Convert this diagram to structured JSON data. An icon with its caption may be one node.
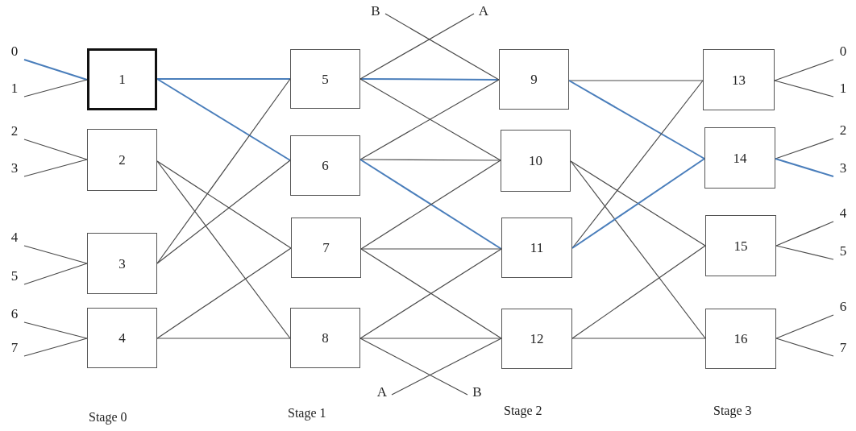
{
  "diagram": {
    "nodes": [
      {
        "text": [
          "1"
        ]
      },
      {
        "text": [
          "2"
        ]
      },
      {
        "text": [
          "3"
        ]
      },
      {
        "text": [
          "4"
        ]
      },
      {
        "text": [
          "5"
        ]
      },
      {
        "text": [
          "6"
        ]
      },
      {
        "text": [
          "7"
        ]
      },
      {
        "text": [
          "8"
        ]
      },
      {
        "text": [
          "9"
        ]
      },
      {
        "text": [
          "10"
        ]
      },
      {
        "text": [
          "11"
        ]
      },
      {
        "text": [
          "12"
        ]
      },
      {
        "text": [
          "13"
        ]
      },
      {
        "text": [
          "14"
        ]
      },
      {
        "text": [
          "15"
        ]
      },
      {
        "text": [
          "16"
        ]
      },
      {
        "text": [
          "0"
        ]
      },
      {
        "text": [
          "1"
        ]
      },
      {
        "text": [
          "2"
        ]
      },
      {
        "text": [
          "3"
        ]
      },
      {
        "text": [
          "4"
        ]
      },
      {
        "text": [
          "5"
        ]
      },
      {
        "text": [
          "6"
        ]
      },
      {
        "text": [
          "7"
        ]
      },
      {
        "text": [
          "0"
        ]
      },
      {
        "text": [
          "1"
        ]
      },
      {
        "text": [
          "2"
        ]
      },
      {
        "text": [
          "3"
        ]
      },
      {
        "text": [
          "4"
        ]
      },
      {
        "text": [
          "5"
        ]
      },
      {
        "text": [
          "6"
        ]
      },
      {
        "text": [
          "7"
        ]
      },
      {
        "text": [
          "B"
        ]
      },
      {
        "text": [
          "A"
        ]
      },
      {
        "text": [
          "A"
        ]
      },
      {
        "text": [
          "B"
        ]
      }
    ],
    "edges": [
      {
        "from": 16,
        "to": 0,
        "arrow": "none",
        "color": "#4a7ebb"
      },
      {
        "from": 17,
        "to": 0,
        "arrow": "none"
      },
      {
        "from": 18,
        "to": 1,
        "arrow": "none"
      },
      {
        "from": 19,
        "to": 1,
        "arrow": "none"
      },
      {
        "from": 20,
        "to": 2,
        "arrow": "none"
      },
      {
        "from": 21,
        "to": 2,
        "arrow": "none"
      },
      {
        "from": 22,
        "to": 3,
        "arrow": "none"
      },
      {
        "from": 23,
        "to": 3,
        "arrow": "none"
      },
      {
        "from": 0,
        "to": 4,
        "arrow": "none",
        "color": "#4a7ebb"
      },
      {
        "from": 0,
        "to": 5,
        "arrow": "none",
        "color": "#4a7ebb"
      },
      {
        "from": 1,
        "to": 6,
        "arrow": "none"
      },
      {
        "from": 1,
        "to": 7,
        "arrow": "none"
      },
      {
        "from": 2,
        "to": 4,
        "arrow": "none"
      },
      {
        "from": 2,
        "to": 5,
        "arrow": "none"
      },
      {
        "from": 3,
        "to": 6,
        "arrow": "none"
      },
      {
        "from": 3,
        "to": 7,
        "arrow": "none"
      },
      {
        "from": 4,
        "to": 8,
        "arrow": "none",
        "color": "#4a7ebb"
      },
      {
        "from": 4,
        "to": 9,
        "arrow": "none"
      },
      {
        "from": 4,
        "to": 33,
        "arrow": "none"
      },
      {
        "from": 32,
        "to": 8,
        "arrow": "none"
      },
      {
        "from": 5,
        "to": 8,
        "arrow": "none"
      },
      {
        "from": 5,
        "to": 9,
        "arrow": "none"
      },
      {
        "from": 5,
        "to": 10,
        "arrow": "none",
        "color": "#4a7ebb"
      },
      {
        "from": 6,
        "to": 9,
        "arrow": "none"
      },
      {
        "from": 6,
        "to": 10,
        "arrow": "none"
      },
      {
        "from": 6,
        "to": 11,
        "arrow": "none"
      },
      {
        "from": 7,
        "to": 10,
        "arrow": "none"
      },
      {
        "from": 7,
        "to": 11,
        "arrow": "none"
      },
      {
        "from": 7,
        "to": 35,
        "arrow": "none"
      },
      {
        "from": 34,
        "to": 11,
        "arrow": "none"
      },
      {
        "from": 8,
        "to": 12,
        "arrow": "none"
      },
      {
        "from": 8,
        "to": 13,
        "arrow": "none",
        "color": "#4a7ebb"
      },
      {
        "from": 9,
        "to": 14,
        "arrow": "none"
      },
      {
        "from": 9,
        "to": 15,
        "arrow": "none"
      },
      {
        "from": 10,
        "to": 12,
        "arrow": "none"
      },
      {
        "from": 10,
        "to": 13,
        "arrow": "none",
        "color": "#4a7ebb"
      },
      {
        "from": 11,
        "to": 14,
        "arrow": "none"
      },
      {
        "from": 11,
        "to": 15,
        "arrow": "none"
      },
      {
        "from": 12,
        "to": 24,
        "arrow": "none"
      },
      {
        "from": 12,
        "to": 25,
        "arrow": "none"
      },
      {
        "from": 13,
        "to": 26,
        "arrow": "none"
      },
      {
        "from": 13,
        "to": 27,
        "arrow": "none",
        "color": "#4a7ebb"
      },
      {
        "from": 14,
        "to": 28,
        "arrow": "none"
      },
      {
        "from": 14,
        "to": 29,
        "arrow": "none"
      },
      {
        "from": 15,
        "to": 30,
        "arrow": "none"
      },
      {
        "from": 15,
        "to": 31,
        "arrow": "none"
      }
    ],
    "labels": [
      "Stage 0",
      "Stage 1",
      "Stage 2",
      "Stage 3"
    ]
  }
}
